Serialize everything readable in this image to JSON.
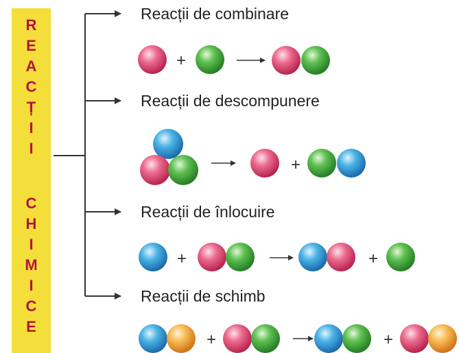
{
  "side_title": [
    "R",
    "E",
    "A",
    "C",
    "Ț",
    "I",
    "I",
    "C",
    "H",
    "I",
    "M",
    "I",
    "C",
    "E"
  ],
  "reactions": [
    {
      "label": "Reacții de combinare"
    },
    {
      "label": "Reacții de descompunere"
    },
    {
      "label": "Reacții de înlocuire"
    },
    {
      "label": "Reacții de schimb"
    }
  ],
  "colors": {
    "sidebar": "#f4df3a",
    "letters": "#b3143a",
    "red_atom": "#e0406a",
    "green_atom": "#3fae3a",
    "blue_atom": "#2a9ad8",
    "orange_atom": "#f3a53a"
  },
  "symbols": {
    "plus": "+",
    "arrow": "→"
  }
}
